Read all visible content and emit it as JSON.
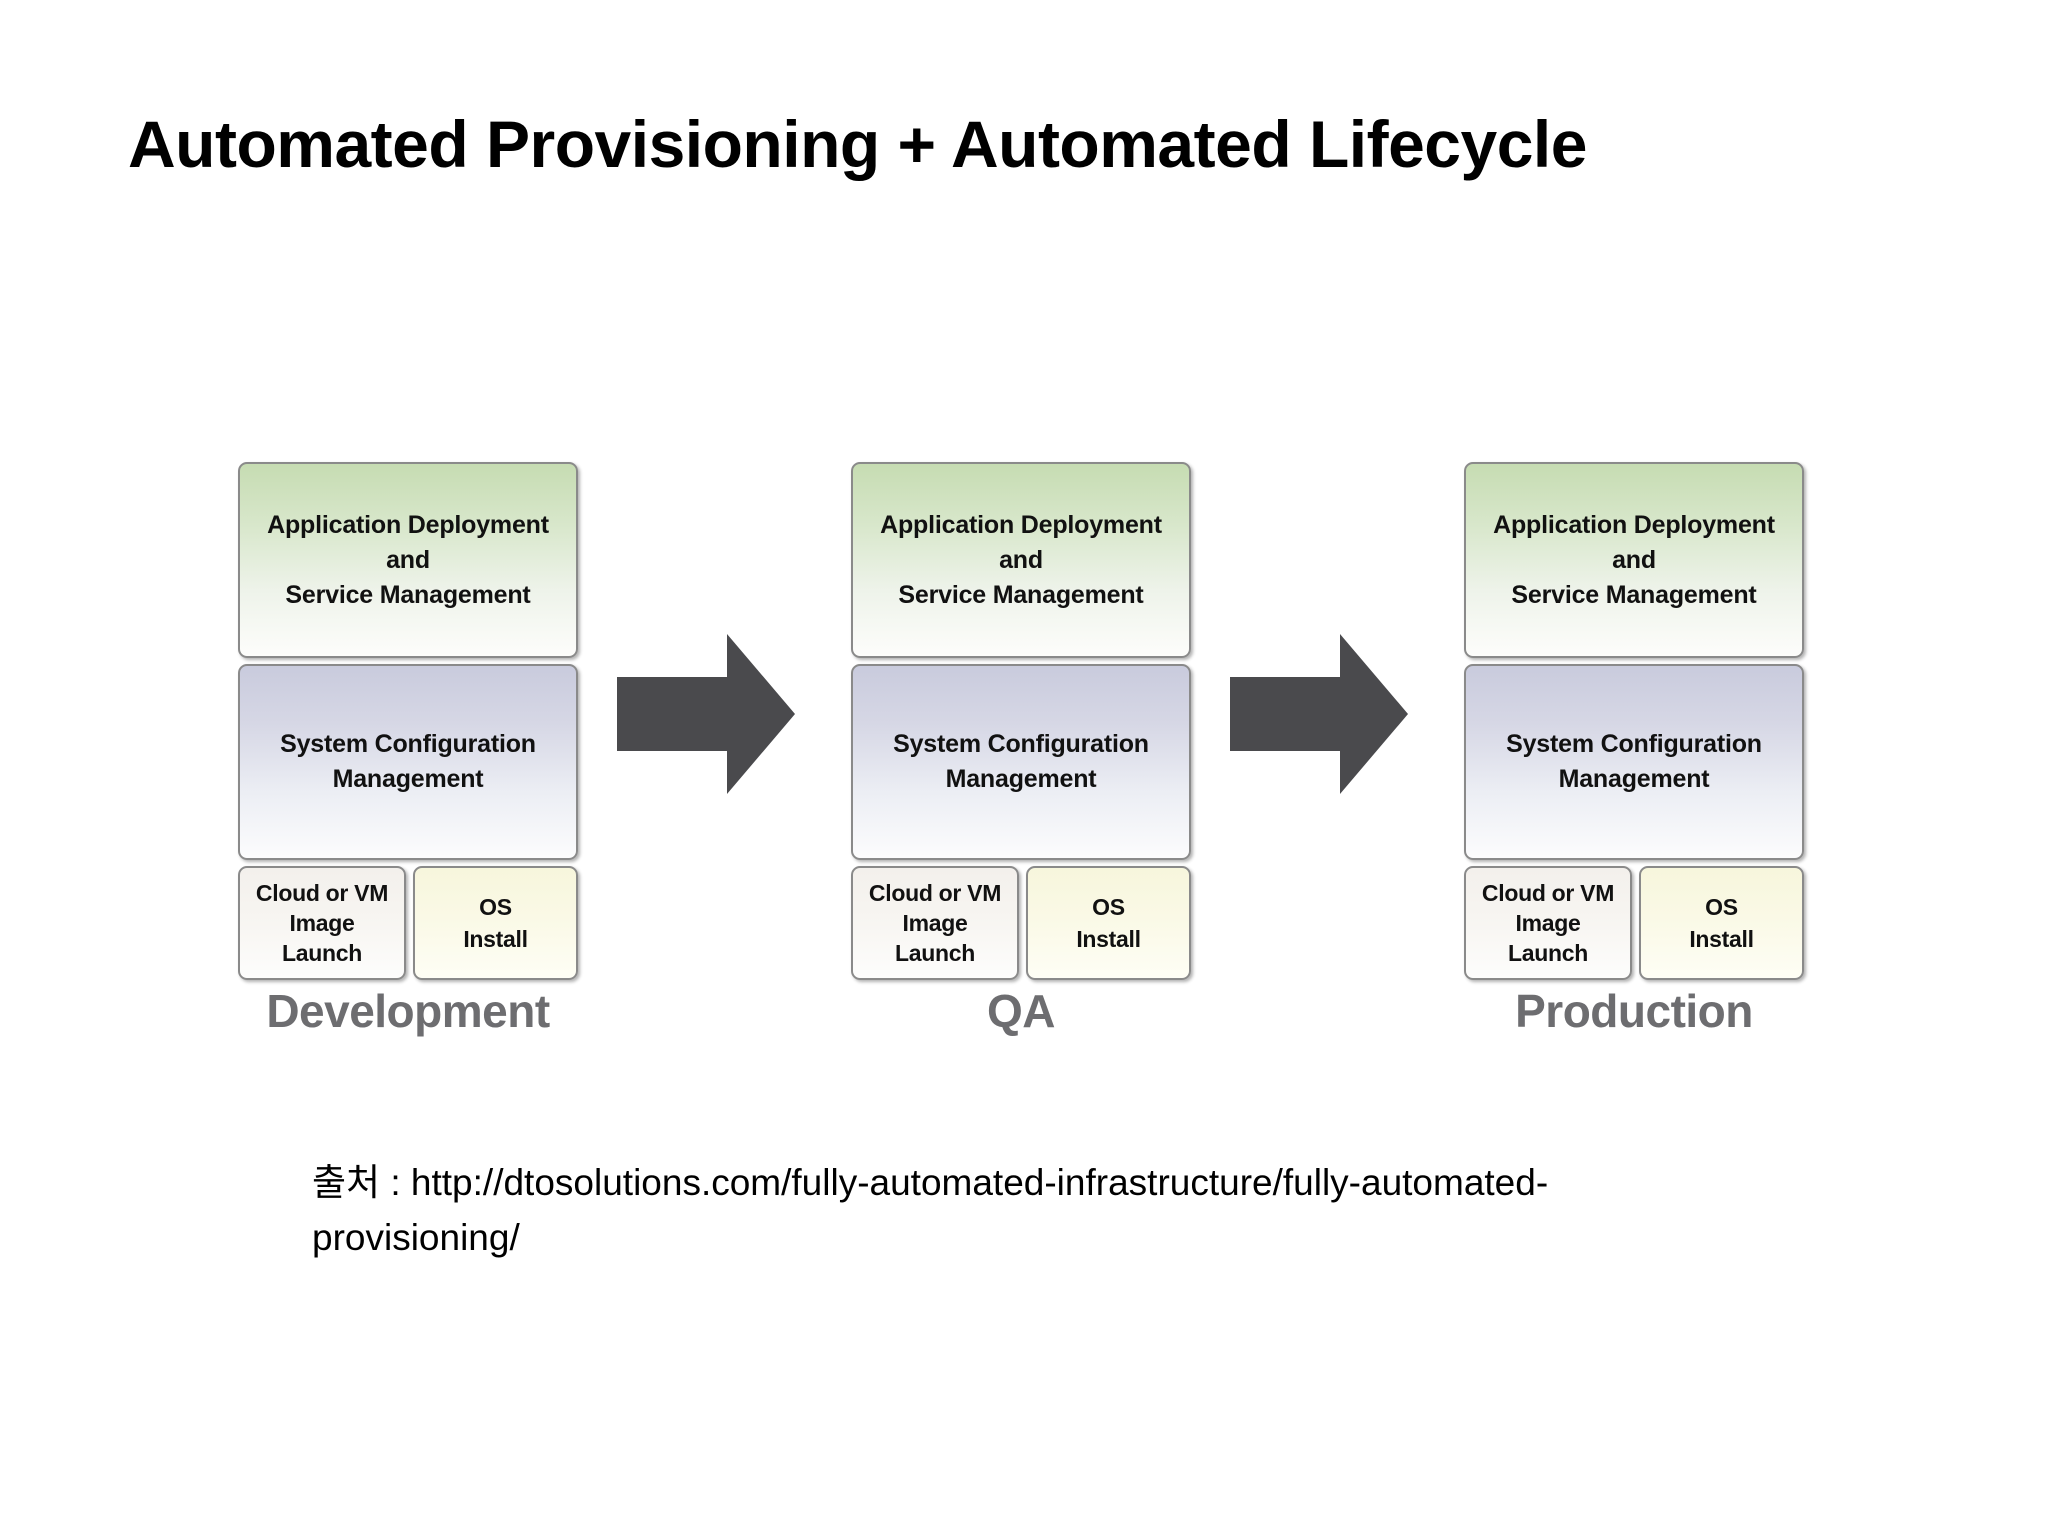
{
  "slide": {
    "title": "Automated Provisioning + Automated Lifecycle",
    "background_color": "#ffffff"
  },
  "diagram": {
    "type": "pipeline-stack-flow",
    "arrow_color": "#4a4a4d",
    "panel_colors": {
      "application_layer": "#c6dcb2",
      "configuration_layer": "#c9cbdd",
      "cloud_layer": "#f3f0ec",
      "os_layer": "#f7f6dc",
      "border": "#8a8a8a",
      "caption": "#6d6d70"
    },
    "layers": {
      "application": {
        "line1": "Application Deployment",
        "line2": "and",
        "line3": "Service Management"
      },
      "configuration": {
        "line1": "System Configuration",
        "line2": "Management"
      },
      "cloud": {
        "line1": "Cloud or VM",
        "line2": "Image",
        "line3": "Launch"
      },
      "os": {
        "line1": "OS",
        "line2": "Install"
      }
    },
    "stages": [
      {
        "caption": "Development"
      },
      {
        "caption": "QA"
      },
      {
        "caption": "Production"
      }
    ],
    "arrows": [
      {
        "label": "arrow-development-to-qa"
      },
      {
        "label": "arrow-qa-to-production"
      }
    ]
  },
  "source": {
    "prefix": "출처 : ",
    "url": "http://dtosolutions.com/fully-automated-infrastructure/fully-automated-provisioning/",
    "full_text": "출처 : http://dtosolutions.com/fully-automated-infrastructure/fully-automated-provisioning/"
  }
}
